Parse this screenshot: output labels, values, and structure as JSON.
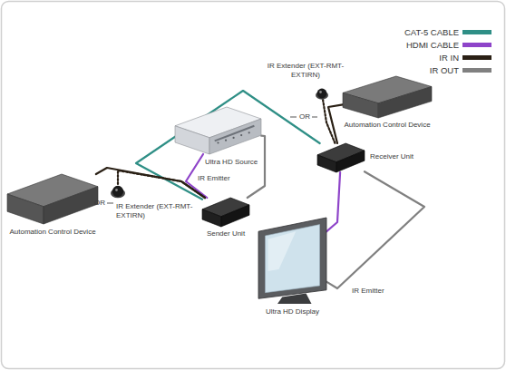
{
  "diagram": {
    "nodes": [
      {
        "text": [
          "Automation Control Device"
        ]
      },
      {
        "text": [
          "IR Extender (EXT-RMT-EXTIRN)"
        ]
      },
      {
        "text": [
          "Ultra HD Source"
        ]
      },
      {
        "text": [
          "Sender Unit"
        ]
      },
      {
        "text": [
          "Receiver Unit"
        ]
      },
      {
        "text": [
          "Automation Control Device"
        ]
      },
      {
        "text": [
          "IR Extender (EXT-RMT-EXTIRN)"
        ]
      },
      {
        "text": [
          "Ultra HD Display"
        ]
      }
    ],
    "edges": [
      {
        "from": 3,
        "to": 4,
        "arrow": "none"
      },
      {
        "from": 2,
        "to": 3,
        "arrow": "none"
      },
      {
        "from": 4,
        "to": 7,
        "arrow": "none"
      },
      {
        "from": 0,
        "to": 3,
        "arrow": "none"
      },
      {
        "from": 1,
        "to": 3,
        "arrow": "none"
      },
      {
        "from": 5,
        "to": 4,
        "arrow": "none"
      },
      {
        "from": 6,
        "to": 4,
        "arrow": "none"
      },
      {
        "from": 3,
        "to": 2,
        "arrow": "none"
      },
      {
        "from": 4,
        "to": 7,
        "arrow": "none"
      }
    ],
    "labels": [
      "OR",
      "OR",
      "IR Emitter",
      "IR Emitter"
    ],
    "legend": [
      {
        "text": "CAT-5 CABLE",
        "color": "#2f8f86"
      },
      {
        "text": "HDMI CABLE",
        "color": "#8e44c9"
      },
      {
        "text": "IR IN",
        "color": "#2a2015"
      },
      {
        "text": "IR OUT",
        "color": "#808080"
      }
    ]
  }
}
